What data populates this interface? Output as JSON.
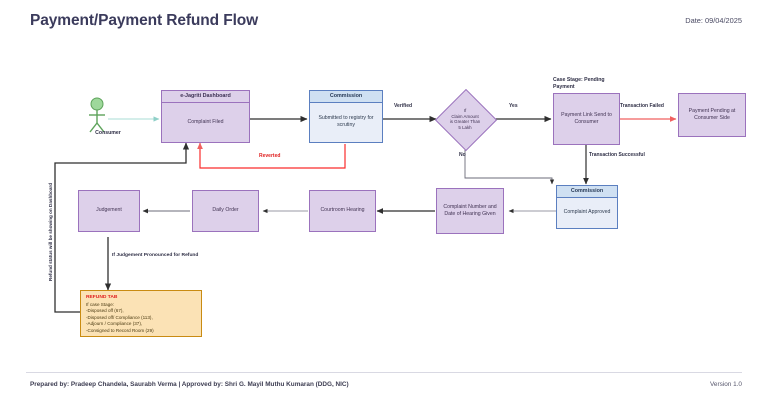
{
  "header": {
    "title": "Payment/Payment Refund Flow",
    "date": "Date: 09/04/2025"
  },
  "footer": {
    "left": "Prepared by: Pradeep Chandela, Saurabh Verma  |  Approved by: Shri G. Mayil Muthu Kumaran (DDG, NIC)",
    "right": "Version 1.0"
  },
  "actor": {
    "label": "Consumer"
  },
  "nodes": {
    "dashboard": {
      "header": "e-Jagriti Dashboard",
      "body": "Complaint Filed"
    },
    "commission_scrutiny": {
      "header": "Commission",
      "body": "Submitted to registry for scrutiny"
    },
    "decision": {
      "body": "If\nClaim Amount\nis Greater Than\n5 Lakh"
    },
    "payment_link": {
      "body": "Payment Link Send to Consumer"
    },
    "payment_pending": {
      "body": "Payment Pending at Consumer Side"
    },
    "commission_approved": {
      "header": "Commission",
      "body": "Complaint Approved"
    },
    "complaint_number": {
      "body": "Complaint Number and Date of Hearing Given"
    },
    "courtroom": {
      "body": "Courtroom Hearing"
    },
    "daily_order": {
      "body": "Daily Order"
    },
    "judgement": {
      "body": "Judgement"
    }
  },
  "refund_tab": {
    "title": "REFUND TAB",
    "lines": [
      "If case Stage:",
      "-Disposed off (67),",
      "-Disposed off/ Compliance (113),",
      "-Adjourn / Compliance (37),",
      "-Consigned to Record Room (29)"
    ]
  },
  "edge_labels": {
    "verified": "Verified",
    "yes": "Yes",
    "no": "No",
    "reverted": "Reverted",
    "transaction_failed": "Transaction Failed",
    "transaction_successful": "Transaction Successful",
    "judgement_refund": "If Judgement Pronounced for Refund",
    "refund_status": "Refund status will be showing on Dashboard"
  },
  "annotations": {
    "case_stage": "Case Stage: Pending Payment"
  },
  "colors": {
    "purple_fill": "#ddd0ea",
    "purple_border": "#9b72bd",
    "blue_fill": "#e9eef8",
    "blue_header": "#cfe0f2",
    "blue_border": "#5b7fc0",
    "refund_fill": "#fbe2b5",
    "refund_border": "#c98b12",
    "red": "#e02020",
    "teal": "#8fd0c8",
    "title": "#3b3b5c"
  }
}
